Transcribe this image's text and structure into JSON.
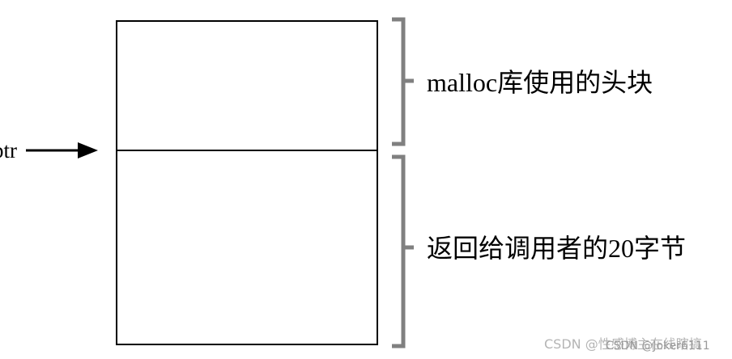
{
  "labels": {
    "pointer": "ptr",
    "header_block": "malloc库使用的头块",
    "payload_block": "返回给调用者的20字节"
  },
  "watermark": {
    "primary": "CSDN @性感博主在线瞎搞",
    "secondary": "CSDN @Joker6111"
  },
  "colors": {
    "stroke": "#000000",
    "bracket": "#808080",
    "watermark": "#b4b4b4"
  }
}
